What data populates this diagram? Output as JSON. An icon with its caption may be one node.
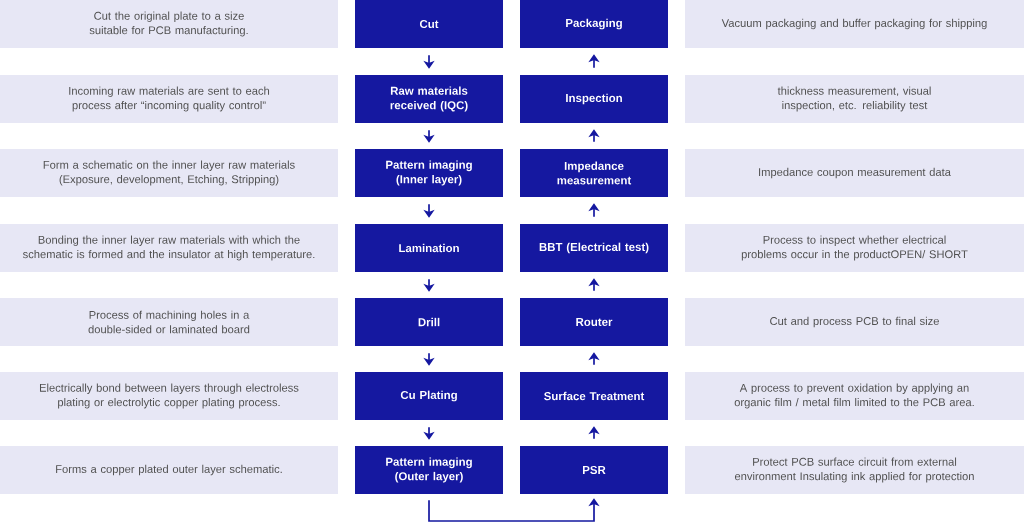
{
  "diagram": {
    "nodes": [
      {
        "text": [
          "Cut the original plate to a size suitable for PCB manufacturing."
        ]
      },
      {
        "text": [
          "Cut"
        ]
      },
      {
        "text": [
          "Packaging"
        ]
      },
      {
        "text": [
          "Vacuum packaging and buffer packaging for shipping"
        ]
      },
      {
        "text": [
          "Incoming raw materials are sent to each process after “incoming quality control”"
        ]
      },
      {
        "text": [
          "Raw materials received (IQC)"
        ]
      },
      {
        "text": [
          "Inspection"
        ]
      },
      {
        "text": [
          "thickness measurement, visual inspection, etc. reliability test"
        ]
      },
      {
        "text": [
          "Form a schematic on the inner layer raw materials (Exposure, development, Etching, Stripping)"
        ]
      },
      {
        "text": [
          "Pattern imaging (Inner layer)"
        ]
      },
      {
        "text": [
          "Impedance measurement"
        ]
      },
      {
        "text": [
          "Impedance coupon measurement data"
        ]
      },
      {
        "text": [
          "Bonding the inner layer raw materials with which the schematic is formed and the insulator at high temperature."
        ]
      },
      {
        "text": [
          "Lamination"
        ]
      },
      {
        "text": [
          "BBT (Electrical test)"
        ]
      },
      {
        "text": [
          "Process to inspect whether electrical problems occur in the productOPEN/ SHORT"
        ]
      },
      {
        "text": [
          "Process of machining holes in a double-sided or laminated board"
        ]
      },
      {
        "text": [
          "Drill"
        ]
      },
      {
        "text": [
          "Router"
        ]
      },
      {
        "text": [
          "Cut and process PCB to final size"
        ]
      },
      {
        "text": [
          "Electrically bond between layers through electroless plating or electrolytic copper plating process."
        ]
      },
      {
        "text": [
          "Cu Plating"
        ]
      },
      {
        "text": [
          "Surface Treatment"
        ]
      },
      {
        "text": [
          "A process to prevent oxidation by applying an organic film / metal film limited to the PCB area."
        ]
      },
      {
        "text": [
          "Forms a copper plated outer layer schematic."
        ]
      },
      {
        "text": [
          "Pattern imaging (Outer layer)"
        ]
      },
      {
        "text": [
          "PSR"
        ]
      },
      {
        "text": [
          "Protect PCB surface circuit from external environment Insulating ink applied for protection"
        ]
      }
    ],
    "edges": [
      {
        "from": 1,
        "to": 5,
        "arrow": "to"
      },
      {
        "from": 5,
        "to": 9,
        "arrow": "to"
      },
      {
        "from": 9,
        "to": 13,
        "arrow": "to"
      },
      {
        "from": 13,
        "to": 17,
        "arrow": "to"
      },
      {
        "from": 17,
        "to": 21,
        "arrow": "to"
      },
      {
        "from": 21,
        "to": 25,
        "arrow": "to"
      },
      {
        "from": 25,
        "to": 26,
        "arrow": "to"
      },
      {
        "from": 26,
        "to": 22,
        "arrow": "to"
      },
      {
        "from": 22,
        "to": 18,
        "arrow": "to"
      },
      {
        "from": 18,
        "to": 14,
        "arrow": "to"
      },
      {
        "from": 14,
        "to": 10,
        "arrow": "to"
      },
      {
        "from": 10,
        "to": 6,
        "arrow": "to"
      },
      {
        "from": 6,
        "to": 2,
        "arrow": "to"
      }
    ]
  }
}
